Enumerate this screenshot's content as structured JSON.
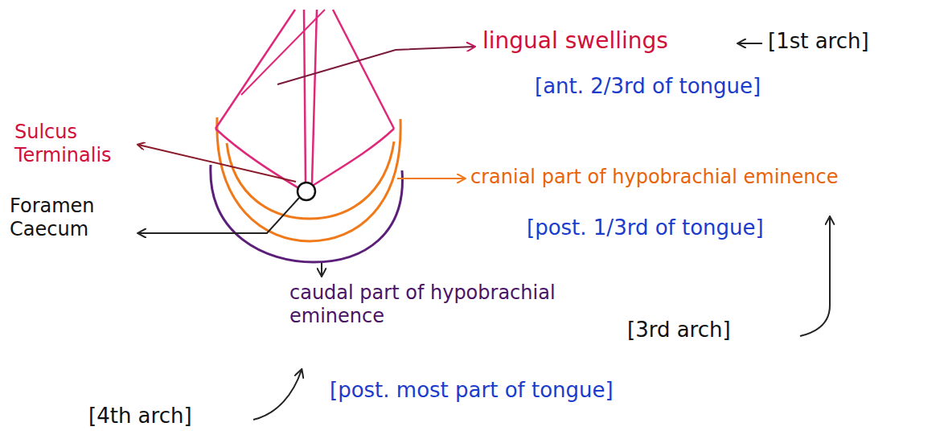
{
  "diagram": {
    "labels": [
      "lingual swellings",
      "[1st arch]",
      "[ant. 2/3rd of tongue]",
      "Sulcus Terminalis",
      "cranial part of hypobrachial eminence",
      "Foramen Caecum",
      "[post. 1/3rd of tongue]",
      "caudal part of hypobrachial eminence",
      "[3rd arch]",
      "[4th arch]",
      "[post. most part of tongue]"
    ]
  }
}
